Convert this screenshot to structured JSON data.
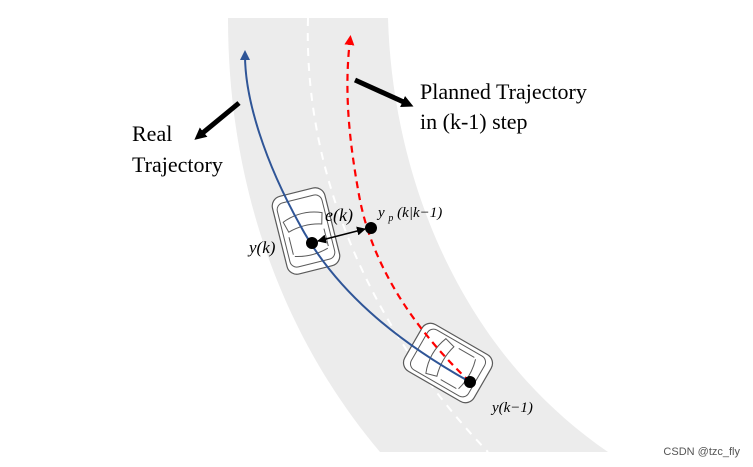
{
  "labels": {
    "planned_line1": "Planned Trajectory",
    "planned_line2": "in (k-1) step",
    "real_line1": "Real",
    "real_line2": "Trajectory",
    "error_label": "e(k)",
    "y_k": "y(k)",
    "yp_base": "y",
    "yp_sub": "p",
    "yp_args": "(k|k−1)",
    "y_k_minus_1": "y(k−1)"
  },
  "watermark": "CSDN @tzc_fly",
  "colors": {
    "road": "#ececec",
    "lane_dash": "#ffffff",
    "real_trajectory": "#2f5597",
    "planned_trajectory": "#ff0000",
    "text": "#000000",
    "watermark": "#555555"
  }
}
